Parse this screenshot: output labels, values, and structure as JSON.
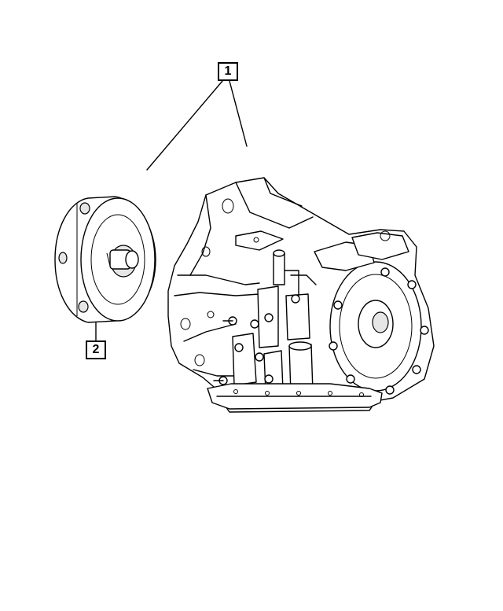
{
  "callouts": [
    {
      "label": "1",
      "part": "transaxle-assembly"
    },
    {
      "label": "2",
      "part": "torque-converter"
    }
  ],
  "colors": {
    "line": "#000000",
    "background": "#ffffff"
  }
}
